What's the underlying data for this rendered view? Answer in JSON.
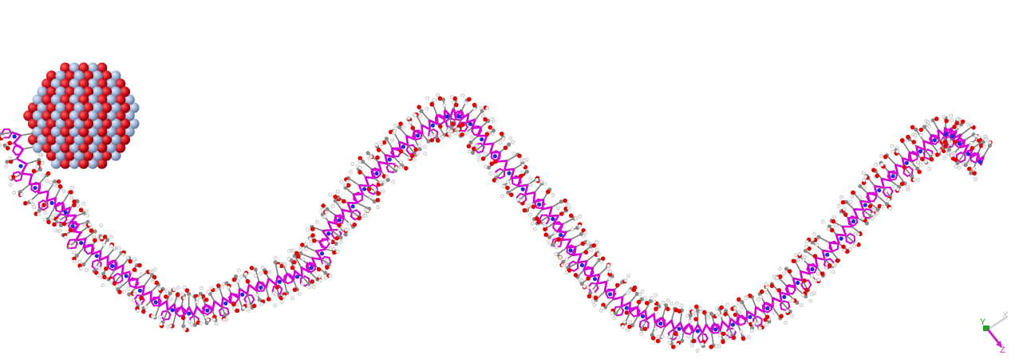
{
  "colors": {
    "background": "#ffffff",
    "backbone_bond": "#d400d4",
    "carbon": "#8a8a8a",
    "oxygen": "#e00000",
    "nitrogen": "#1030d0",
    "hydrogen": "#f2f2f2",
    "hydrogen_outline": "#b0b0b0",
    "nanoparticle_atom_a": "#d8141f",
    "nanoparticle_atom_b": "#9fb6d8"
  },
  "icons": {
    "nanoparticle": "spherical-nanocluster-icon",
    "polymer": "polymer-chain-icon",
    "axes": "axis-triad-icon"
  },
  "axes": {
    "y_label": "Y",
    "z_label": "Z",
    "x_label": "X",
    "y_color": "#20a020",
    "z_color": "#cc22cc",
    "x_color": "#c0c0c0"
  }
}
